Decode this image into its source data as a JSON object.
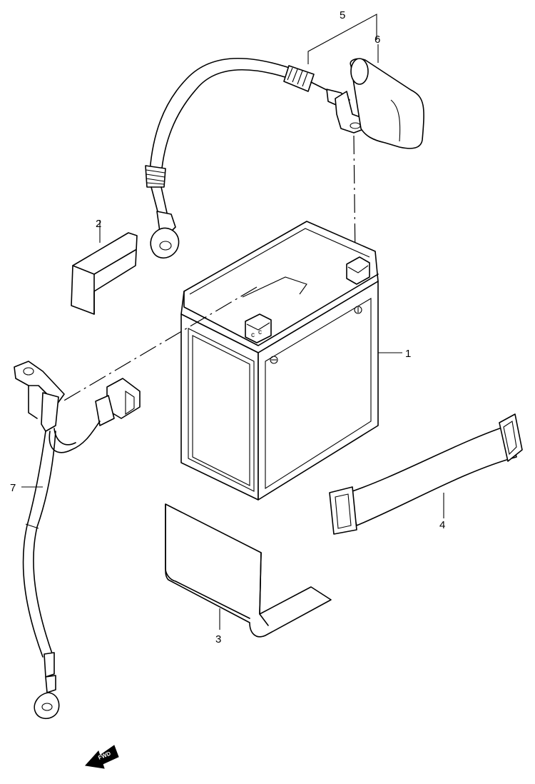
{
  "callouts": {
    "c1": "1",
    "c2": "2",
    "c3": "3",
    "c4": "4",
    "c5": "5",
    "c6": "6",
    "c7": "7"
  },
  "fwd_label": "FWD",
  "colors": {
    "line": "#000000",
    "background": "#ffffff"
  }
}
